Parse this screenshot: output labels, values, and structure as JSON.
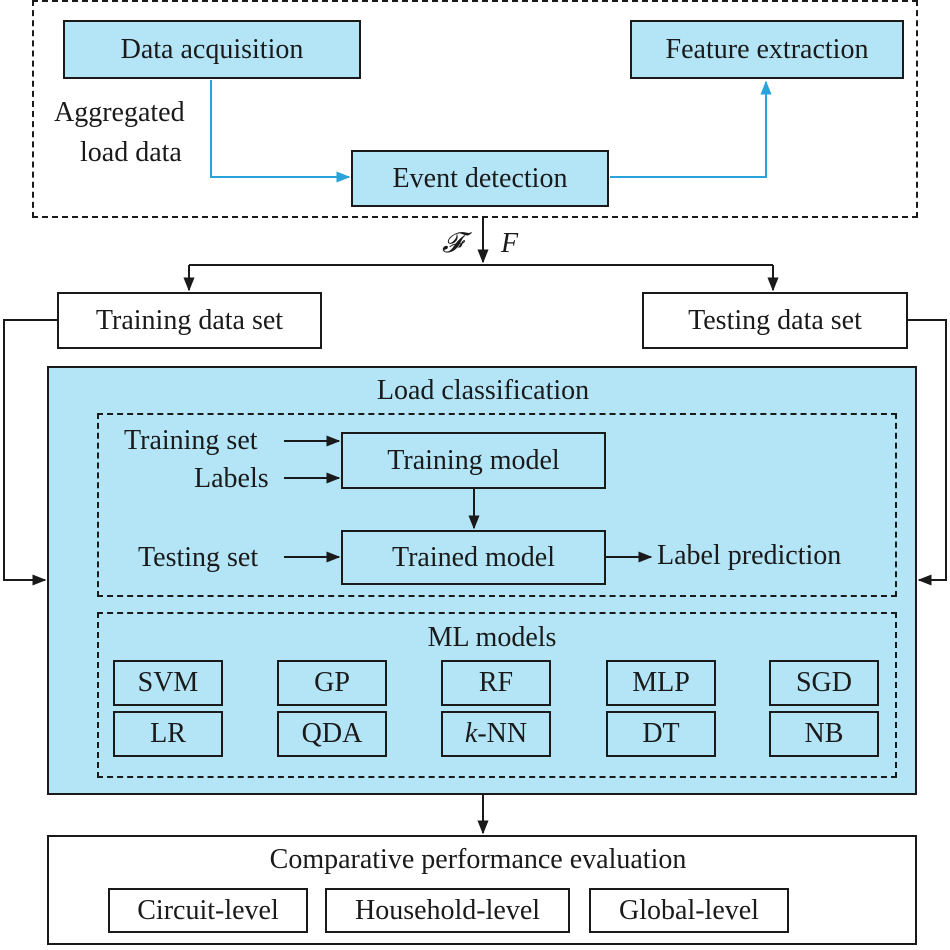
{
  "colors": {
    "fill": "#b3e5f7",
    "stroke": "#1a1a1a",
    "flow_arrow": "#29a3d9"
  },
  "top": {
    "data_acquisition": "Data acquisition",
    "feature_extraction": "Feature extraction",
    "event_detection": "Event detection",
    "aggregated_line1": "Aggregated",
    "aggregated_line2": "load data"
  },
  "split": {
    "script_f": "𝓕",
    "italic_f": "F"
  },
  "datasets": {
    "training": "Training data set",
    "testing": "Testing data set"
  },
  "classification": {
    "title": "Load classification",
    "training_set": "Training set",
    "labels": "Labels",
    "training_model": "Training model",
    "testing_set": "Testing set",
    "trained_model": "Trained model",
    "label_prediction": "Label prediction"
  },
  "ml": {
    "title": "ML models",
    "row1": [
      "SVM",
      "GP",
      "RF",
      "MLP",
      "SGD"
    ],
    "row2": [
      "LR",
      "QDA",
      "-NN",
      "DT",
      "NB"
    ],
    "knn_prefix": "k"
  },
  "evaluation": {
    "title": "Comparative performance evaluation",
    "levels": [
      "Circuit-level",
      "Household-level",
      "Global-level"
    ]
  }
}
